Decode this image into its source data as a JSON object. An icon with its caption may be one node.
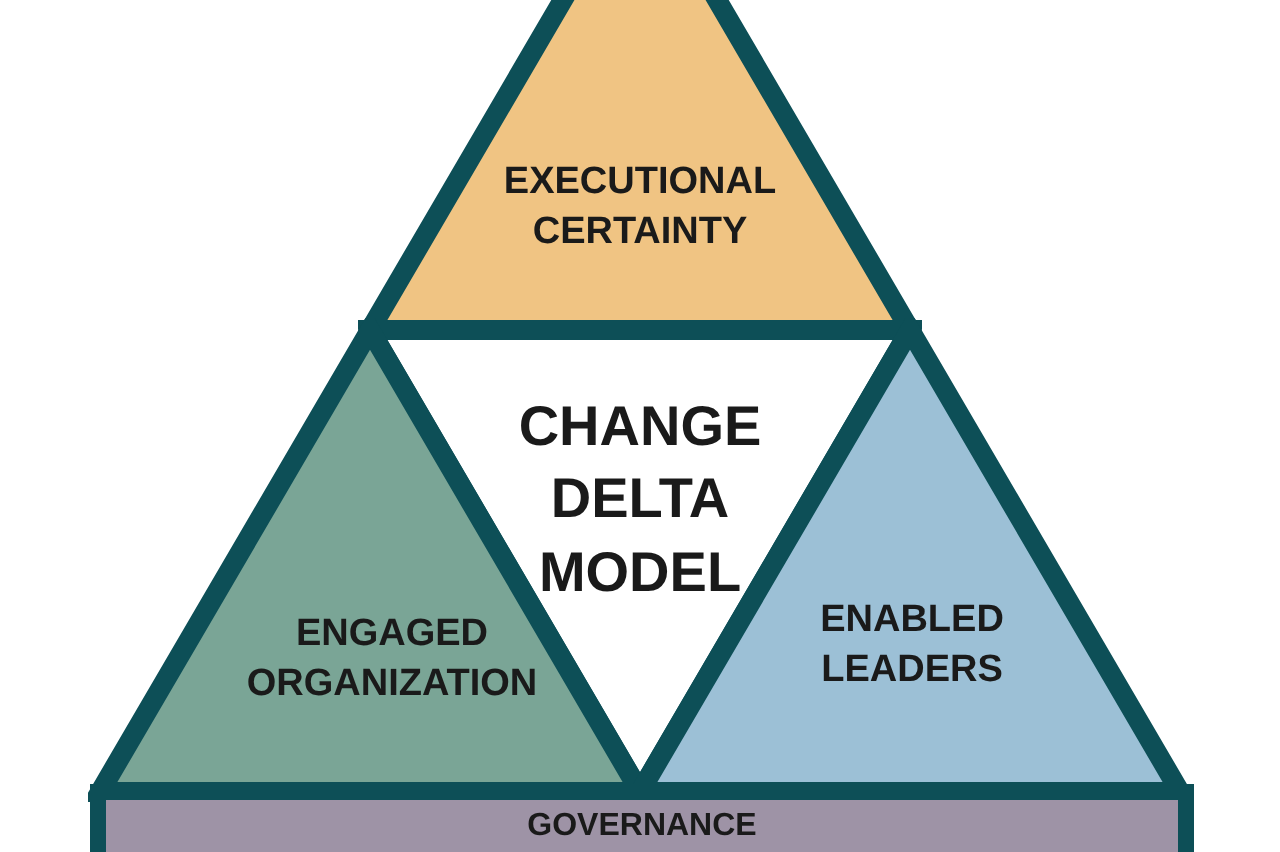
{
  "diagram": {
    "nodes": [
      {
        "text": [
          "EXECUTIONAL CERTAINTY"
        ]
      },
      {
        "text": [
          "CHANGE DELTA MODEL"
        ]
      },
      {
        "text": [
          "ENGAGED ORGANIZATION"
        ]
      },
      {
        "text": [
          "ENABLED LEADERS"
        ]
      },
      {
        "text": [
          "GOVERNANCE"
        ]
      }
    ]
  }
}
